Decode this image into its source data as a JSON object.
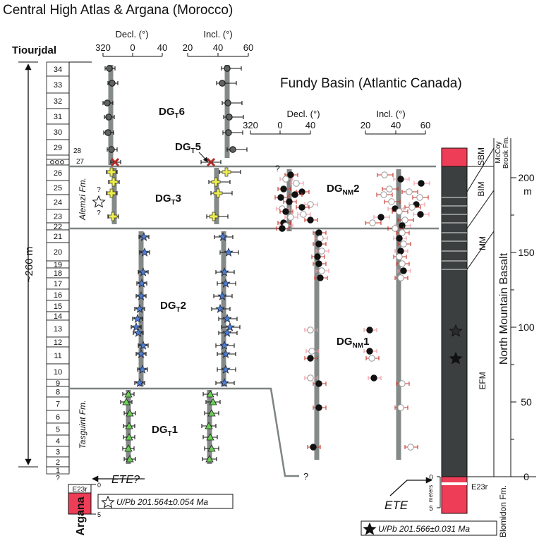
{
  "title": "Central High Atlas & Argana (Morocco)",
  "fundy_title": "Fundy Basin (Atlantic Canada)",
  "section_name": "Tiourjdal",
  "argana_label": "Argana",
  "thickness_label": "~260 m",
  "formations": {
    "alemzi": "Alemzi Fm.",
    "tasguint": "Tasguint Fm."
  },
  "morocco_axes": {
    "decl_title": "Decl. (°)",
    "decl_ticks": [
      "320",
      "0",
      "40"
    ],
    "incl_title": "Incl. (°)",
    "incl_ticks": [
      "20",
      "40",
      "60"
    ]
  },
  "fundy_axes": {
    "decl_title": "Decl. (°)",
    "decl_ticks": [
      "320",
      "0",
      "40"
    ],
    "incl_title": "Incl. (°)",
    "incl_ticks": [
      "20",
      "40",
      "60"
    ]
  },
  "units": [
    "34",
    "33",
    "32",
    "31",
    "30",
    "29",
    "28",
    "27",
    "26",
    "25",
    "24",
    "23",
    "22",
    "21",
    "20",
    "19",
    "18",
    "17",
    "16",
    "15",
    "14",
    "13",
    "12",
    "11",
    "10",
    "9",
    "8",
    "7",
    "6",
    "5",
    "4",
    "3",
    "2",
    "1",
    "?"
  ],
  "groups": {
    "dg6": {
      "main": "DG",
      "sub": "T",
      "num": "6"
    },
    "dg5": {
      "main": "DG",
      "sub": "T",
      "num": "5"
    },
    "dg3": {
      "main": "DG",
      "sub": "T",
      "num": "3"
    },
    "dg2": {
      "main": "DG",
      "sub": "T",
      "num": "2"
    },
    "dg1": {
      "main": "DG",
      "sub": "T",
      "num": "1"
    },
    "dgnm2": {
      "main": "DG",
      "sub": "NM",
      "num": "2"
    },
    "dgnm1": {
      "main": "DG",
      "sub": "NM",
      "num": "1"
    }
  },
  "question_mark": "?",
  "ete_morocco": "ETE?",
  "ete_fundy": "ETE",
  "e23r": "E23r",
  "argana_scale": [
    "0",
    "5"
  ],
  "fundy_scale": [
    "0",
    "5"
  ],
  "fundy_scale_unit": "meters",
  "upb_morocco": "U/Pb 201.564±0.054 Ma",
  "upb_fundy": "U/Pb 201.566±0.031 Ma",
  "column_labels": {
    "sbm": "SBM",
    "mccoy": "McCoy",
    "brook": "Brook Fm.",
    "bim": "BIM",
    "mm": "MM",
    "efm": "EFM",
    "north_mountain": "North Mountain Basalt",
    "blomidon": "Blomidon Fm."
  },
  "meter_axis": {
    "ticks": [
      "0",
      "50",
      "100",
      "150",
      "200"
    ],
    "unit": "m"
  },
  "colors": {
    "basalt": "#3b3f3f",
    "red_bed": "#ee3e57",
    "mean_bar": "#838a87",
    "dg6_circle": "#5e6262",
    "dg5_cross": "#b02a2a",
    "dg3_cross": "#eded4e",
    "dg2_star": "#4b7fd6",
    "dg1_triangle": "#69cf52",
    "error_red": "#c8372d",
    "error_pink": "#ee9aa6"
  }
}
